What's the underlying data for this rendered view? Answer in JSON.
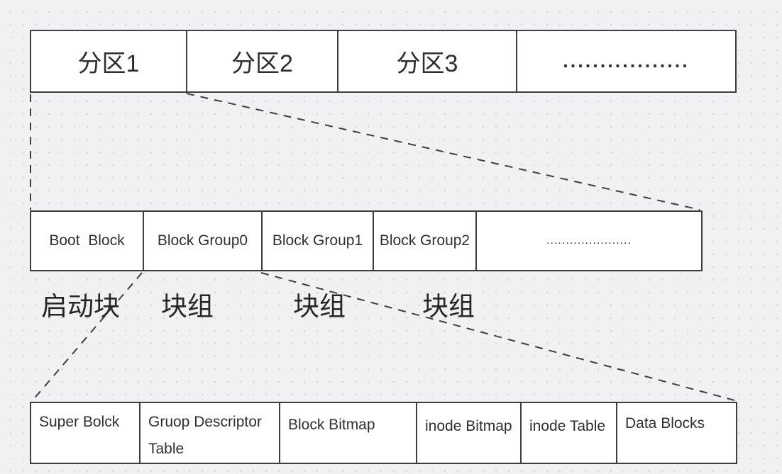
{
  "colors": {
    "background": "#f1f1f3",
    "grid_dot": "#d6d6da",
    "stroke": "#3e3e3e",
    "box_fill": "#ffffff",
    "text": "#2f2f2f"
  },
  "top_row": {
    "cells": [
      "分区1",
      "分区2",
      "分区3",
      "................."
    ]
  },
  "middle_row": {
    "cells": [
      "Boot  Block",
      "Block Group0",
      "Block Group1",
      "Block Group2",
      "......................"
    ]
  },
  "group_labels": {
    "items": [
      "启动块",
      "块组",
      "块组",
      "块组"
    ]
  },
  "bottom_row": {
    "cells": [
      "Super Bolck",
      "Gruop Descriptor Table",
      "Block Bitmap",
      "inode Bitmap",
      "inode Table",
      "Data Blocks"
    ]
  }
}
